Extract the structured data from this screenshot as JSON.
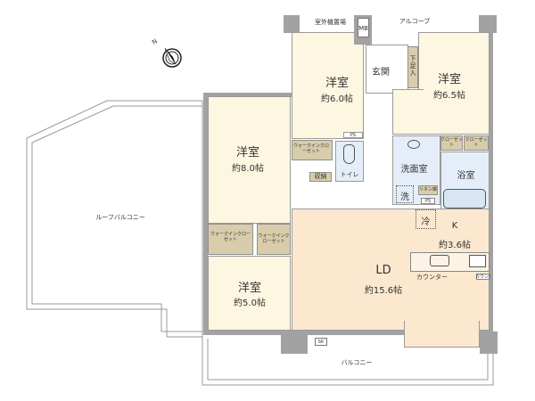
{
  "compass": {
    "north": "N"
  },
  "rooms": {
    "western_8": {
      "name": "洋室",
      "size": "約8.0帖"
    },
    "western_6": {
      "name": "洋室",
      "size": "約6.0帖"
    },
    "western_65": {
      "name": "洋室",
      "size": "約6.5帖"
    },
    "western_5": {
      "name": "洋室",
      "size": "約5.0帖"
    },
    "ld": {
      "name": "LD",
      "size": "約15.6帖"
    },
    "kitchen": {
      "name": "K",
      "size": "約3.6帖"
    },
    "entrance": "玄関",
    "shoe_box": "下足入",
    "toilet": "トイレ",
    "washroom": "洗面室",
    "bathroom": "浴室",
    "laundry": "洗",
    "fridge": "冷",
    "linen": "リネン庫",
    "storage": "収納",
    "walkin_1": "ウォークインクローゼット",
    "walkin_2": "ウォークインクローゼット",
    "walkin_3": "ウォークインクローゼット",
    "closet_1": "クローゼット",
    "closet_2": "クローゼット",
    "counter": "カウンター",
    "counter_small": "カウンター"
  },
  "exterior": {
    "roof_balcony": "ルーフバルコニー",
    "balcony": "バルコニー",
    "outdoor_unit": "室外機置場",
    "alcove": "アルコーブ",
    "mb": "MB",
    "ps_1": "PS",
    "ps_2": "PS",
    "sk": "SK"
  },
  "colors": {
    "room": "#fdf6e1",
    "ld": "#fbe8cf",
    "wet": "#e5eef8",
    "closet": "#d8ccaa",
    "wall": "#a2a2a2"
  }
}
